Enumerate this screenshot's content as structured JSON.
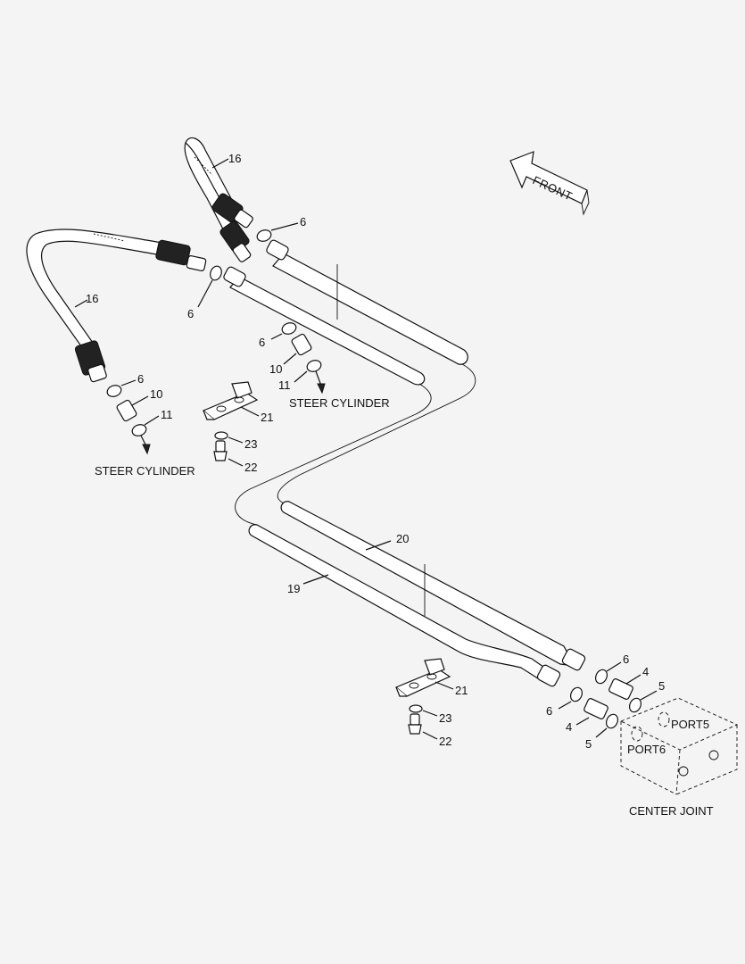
{
  "direction_label": "FRONT",
  "labels": {
    "steer_cylinder_left": "STEER CYLINDER",
    "steer_cylinder_right": "STEER CYLINDER",
    "center_joint": "CENTER JOINT",
    "port5": "PORT5",
    "port6": "PORT6"
  },
  "callouts": {
    "hose_upper": "16",
    "hose_left": "16",
    "oring_6_a": "6",
    "oring_6_b": "6",
    "oring_6_c": "6",
    "oring_6_d": "6",
    "oring_6_e": "6",
    "oring_6_f": "6",
    "connector_10_a": "10",
    "connector_10_b": "10",
    "oring_11_a": "11",
    "oring_11_b": "11",
    "clamp_21_a": "21",
    "clamp_21_b": "21",
    "washer_23_a": "23",
    "washer_23_b": "23",
    "bolt_22_a": "22",
    "bolt_22_b": "22",
    "tube_20": "20",
    "tube_19": "19",
    "adapter_4_a": "4",
    "adapter_4_b": "4",
    "oring_5_a": "5",
    "oring_5_b": "5"
  }
}
